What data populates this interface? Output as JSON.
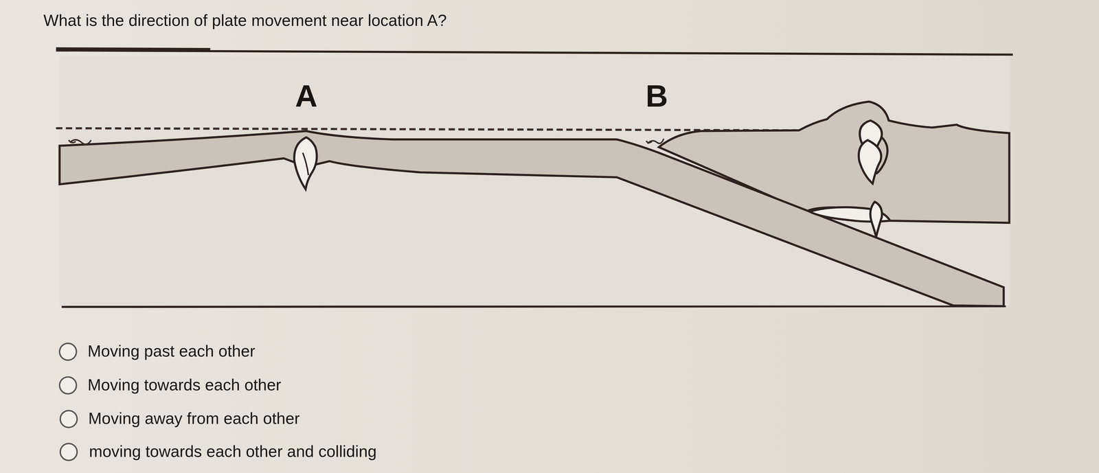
{
  "diagram": {
    "title": "What is the direction of plate movement near location A?",
    "labels": [
      "A",
      "B",
      "Moving past each other",
      "Moving towards each other",
      "Moving away from each other",
      "moving towards each other and colliding"
    ]
  }
}
